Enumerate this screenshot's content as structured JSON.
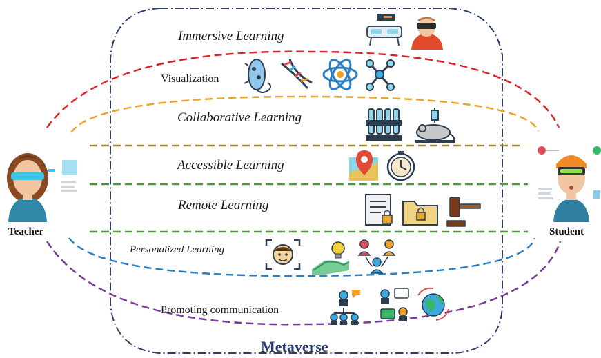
{
  "layers": [
    {
      "label": "Immersive Learning",
      "icons": [
        "vr-headset-icon",
        "vr-user-icon"
      ]
    },
    {
      "label": "Visualization",
      "icons": [
        "bacteria-icon",
        "dna-icon",
        "atom-icon",
        "molecule-icon"
      ]
    },
    {
      "label": "Collaborative Learning",
      "icons": [
        "test-tubes-icon",
        "lab-mouse-icon"
      ]
    },
    {
      "label": "Accessible Learning",
      "icons": [
        "map-pin-icon",
        "clock-icon"
      ]
    },
    {
      "label": "Remote Learning",
      "icons": [
        "locked-document-icon",
        "locked-folder-icon",
        "gavel-icon"
      ]
    },
    {
      "label": "Personalized Learning",
      "icons": [
        "face-scan-icon",
        "idea-hand-icon",
        "people-network-icon"
      ]
    },
    {
      "label": "Promoting communication",
      "icons": [
        "team-hierarchy-icon",
        "chat-people-icon",
        "globe-chat-icon"
      ]
    }
  ],
  "teacher": {
    "label": "Teacher"
  },
  "student": {
    "label": "Student"
  },
  "frame_label": "Metaverse",
  "colors": {
    "red": "#d9262a",
    "orange": "#e8a628",
    "olive": "#a08a2a",
    "green": "#4a9a3a",
    "blue": "#2a7fc0",
    "purple": "#7a3a9a",
    "frame": "#2c3e6e"
  }
}
